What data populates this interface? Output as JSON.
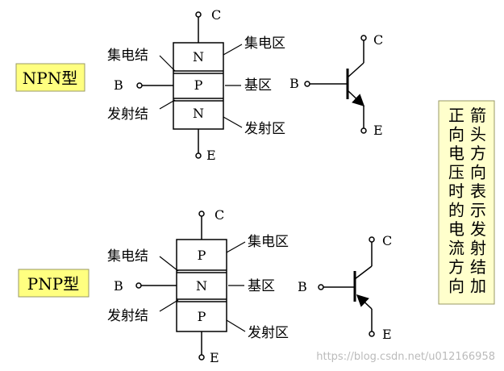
{
  "npn": {
    "type_label": "NPN型",
    "collector": "C",
    "base": "B",
    "emitter": "E",
    "layers": [
      "N",
      "P",
      "N"
    ],
    "collector_junction": "集电结",
    "emitter_junction": "发射结",
    "collector_region": "集电区",
    "base_region": "基区",
    "emitter_region": "发射区",
    "symbol_c": "C",
    "symbol_b": "B",
    "symbol_e": "E"
  },
  "pnp": {
    "type_label": "PNP型",
    "collector": "C",
    "base": "B",
    "emitter": "E",
    "layers": [
      "P",
      "N",
      "P"
    ],
    "collector_junction": "集电结",
    "emitter_junction": "发射结",
    "collector_region": "集电区",
    "base_region": "基区",
    "emitter_region": "发射区",
    "symbol_c": "C",
    "symbol_b": "B",
    "symbol_e": "E"
  },
  "note": {
    "line1": "箭头方向表示发射结加",
    "line2": "正向电压时的电流方向"
  },
  "watermark": "https://blog.csdn.net/u012166958",
  "colors": {
    "label_fill": "#ffff80",
    "note_fill": "#ffffcc",
    "ink": "#000000",
    "watermark": "#bbbbbb"
  }
}
